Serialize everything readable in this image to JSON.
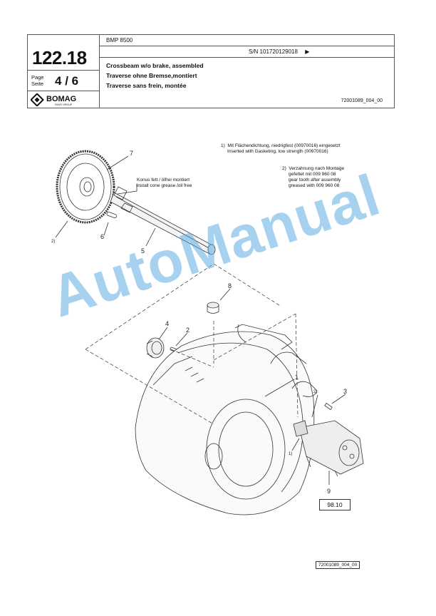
{
  "header": {
    "section_number": "122.18",
    "page_label_en": "Page",
    "page_label_de": "Seite",
    "page_current": "4",
    "page_separator": "/",
    "page_total": "6",
    "brand": "BOMAG",
    "brand_sub": "FAYAT GROUP",
    "model": "BMP 8500",
    "serial": "S/N 101720129018",
    "title_en": "Crossbeam w/o brake, assembled",
    "title_de": "Traverse ohne Bremse,montiert",
    "title_fr": "Traverse sans frein, montée",
    "doc_ref": "72001089_004_00"
  },
  "notes": {
    "note1": "1)  Mit Flächendichtung, niedrigfest (00970016) eingesetzt\n     Inserted with Gasketing, low strength (00970016)",
    "note2": "2)  Verzahnung nach Montage\n     gefettet mit 009 960 08\n     gear tooth after assembly\n     greased with 009 960 08",
    "cone_note": "Konus fett / ölfrei montiert\ninstall cone grease /oil free"
  },
  "callouts": {
    "c1": "1",
    "c2": "2",
    "c3": "3",
    "c4": "4",
    "c5": "5",
    "c6": "6",
    "c7": "7",
    "c8": "8",
    "c9": "9",
    "n1_gear": "2)",
    "n2_motor": "2)",
    "n1_motor": "1)"
  },
  "reference_box": "98.10",
  "footer_ref": "72001089_004_00",
  "watermark": "AutoManual",
  "colors": {
    "watermark": "#5cace2",
    "line": "#333333"
  }
}
